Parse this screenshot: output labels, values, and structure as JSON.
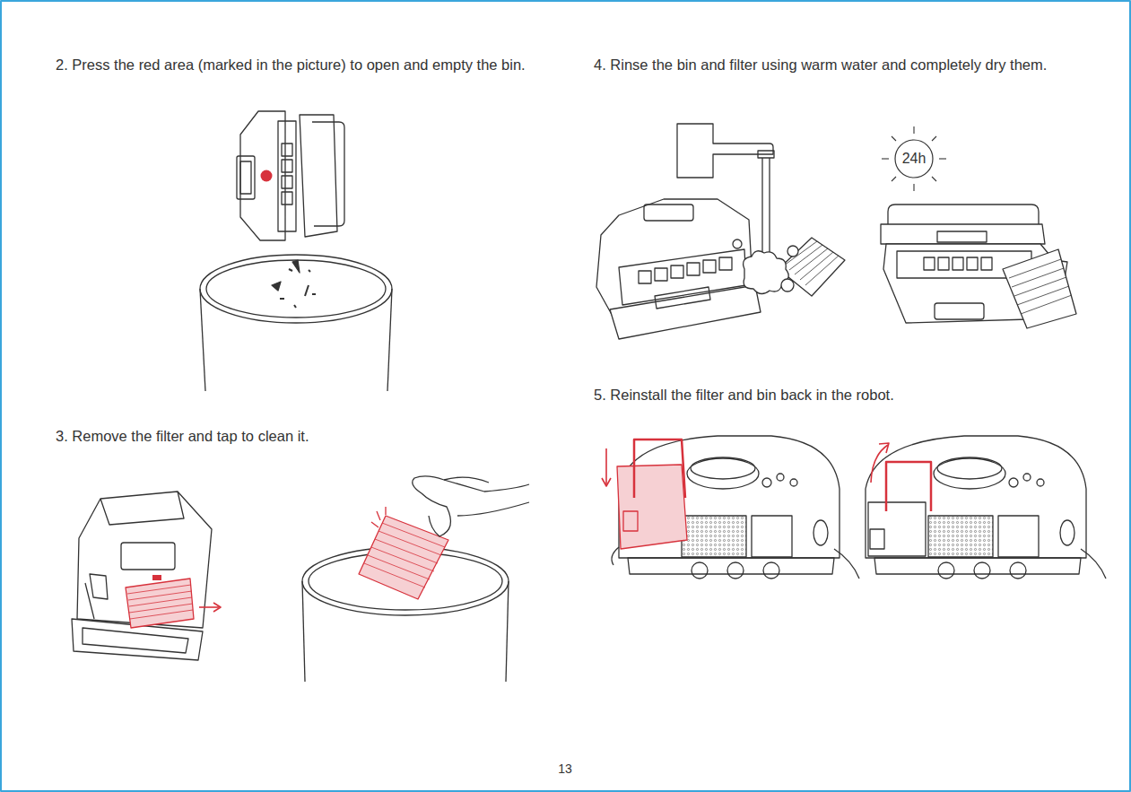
{
  "diagram": {
    "nodes": [
      {
        "text": [
          "24h"
        ]
      }
    ],
    "labels": [
      "2. Press the red area (marked in the picture) to open and empty the bin.",
      "3. Remove the filter and tap to clean it.",
      "4. Rinse the bin and filter using warm water and completely dry them.",
      "5. Reinstall the filter and bin back in the robot.",
      "13"
    ]
  }
}
